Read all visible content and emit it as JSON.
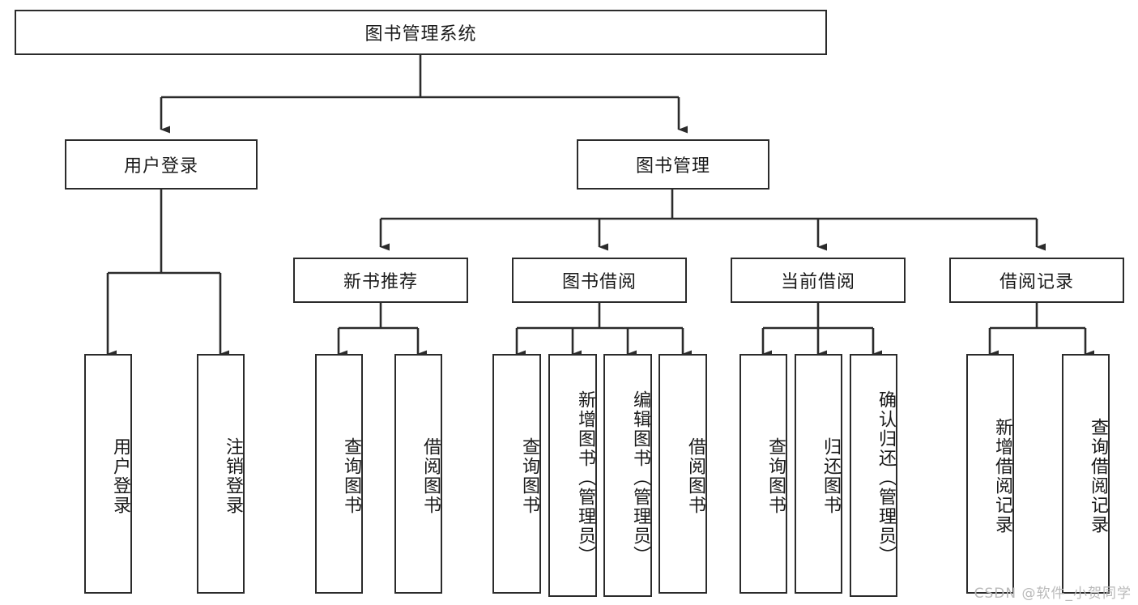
{
  "diagram": {
    "title": "图书管理系统",
    "type": "tree",
    "root": {
      "label": "图书管理系统"
    },
    "level1": [
      {
        "label": "用户登录"
      },
      {
        "label": "图书管理"
      }
    ],
    "level2": [
      {
        "label": "新书推荐",
        "parent": "图书管理"
      },
      {
        "label": "图书借阅",
        "parent": "图书管理"
      },
      {
        "label": "当前借阅",
        "parent": "图书管理"
      },
      {
        "label": "借阅记录",
        "parent": "图书管理"
      }
    ],
    "leaves": {
      "user_login": [
        {
          "label": "用户登录"
        },
        {
          "label": "注销登录"
        }
      ],
      "new_book_recommend": [
        {
          "label": "查询图书"
        },
        {
          "label": "借阅图书"
        }
      ],
      "book_borrow": [
        {
          "label": "查询图书"
        },
        {
          "label": "新增图书（管理员）"
        },
        {
          "label": "编辑图书（管理员）"
        },
        {
          "label": "借阅图书"
        }
      ],
      "current_borrow": [
        {
          "label": "查询图书"
        },
        {
          "label": "归还图书"
        },
        {
          "label": "确认归还（管理员）"
        }
      ],
      "borrow_record": [
        {
          "label": "新增借阅记录"
        },
        {
          "label": "查询借阅记录"
        }
      ]
    }
  },
  "watermark": {
    "text": "CSDN @软件_小贺同学"
  },
  "colors": {
    "stroke": "#2b2b2b",
    "background": "#ffffff",
    "text": "#1a1a1a",
    "watermark": "#b9b9b9"
  }
}
